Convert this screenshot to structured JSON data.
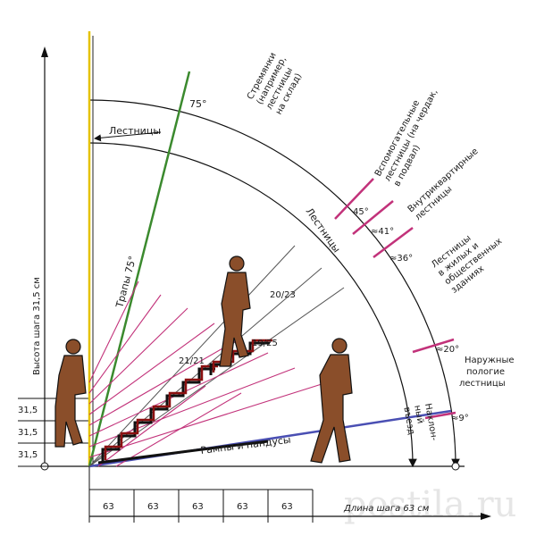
{
  "labels": {
    "ladders_top": "Лестницы",
    "ladders_arc": "Лестницы",
    "stepladders": [
      "Стремянки",
      "(например,",
      "лестницы",
      "на склад)"
    ],
    "deg75": "75°",
    "gangway": "Трапы 75°",
    "aux": [
      "Вспомогательные",
      "лестницы (на чердак,",
      "в подвал)"
    ],
    "apartment": [
      "Внутриквартирные",
      "лестницы"
    ],
    "residential": [
      "Лестницы",
      "в жилых и",
      "общественных",
      "зданиях"
    ],
    "outdoor": [
      "Наружные",
      "пологие",
      "лестницы"
    ],
    "ramp_arc": [
      "Наклон-",
      "ный",
      "въезд"
    ],
    "ramps": "Рампы и пандусы",
    "angle45": "45°",
    "angle41": "≈41°",
    "angle36": "≈36°",
    "angle20": "≈20°",
    "angle9": "≈9°",
    "ratio_20_23": "20/23",
    "ratio_19_25": "19/25",
    "ratio_21_21": "21/21",
    "y_axis": "Высота шага 31,5 см",
    "x_axis": "Длина шага 63 см",
    "y_ticks": [
      "31,5",
      "31,5",
      "31,5"
    ],
    "x_ticks": [
      "63",
      "63",
      "63",
      "63",
      "63"
    ],
    "watermark": "postila.ru"
  },
  "colors": {
    "green": "#3b8a2e",
    "blue": "#4a4fb3",
    "magenta": "#c2327a",
    "red": "#8b1010",
    "yellow": "#e5c200",
    "figure": "#8a4e2a"
  }
}
